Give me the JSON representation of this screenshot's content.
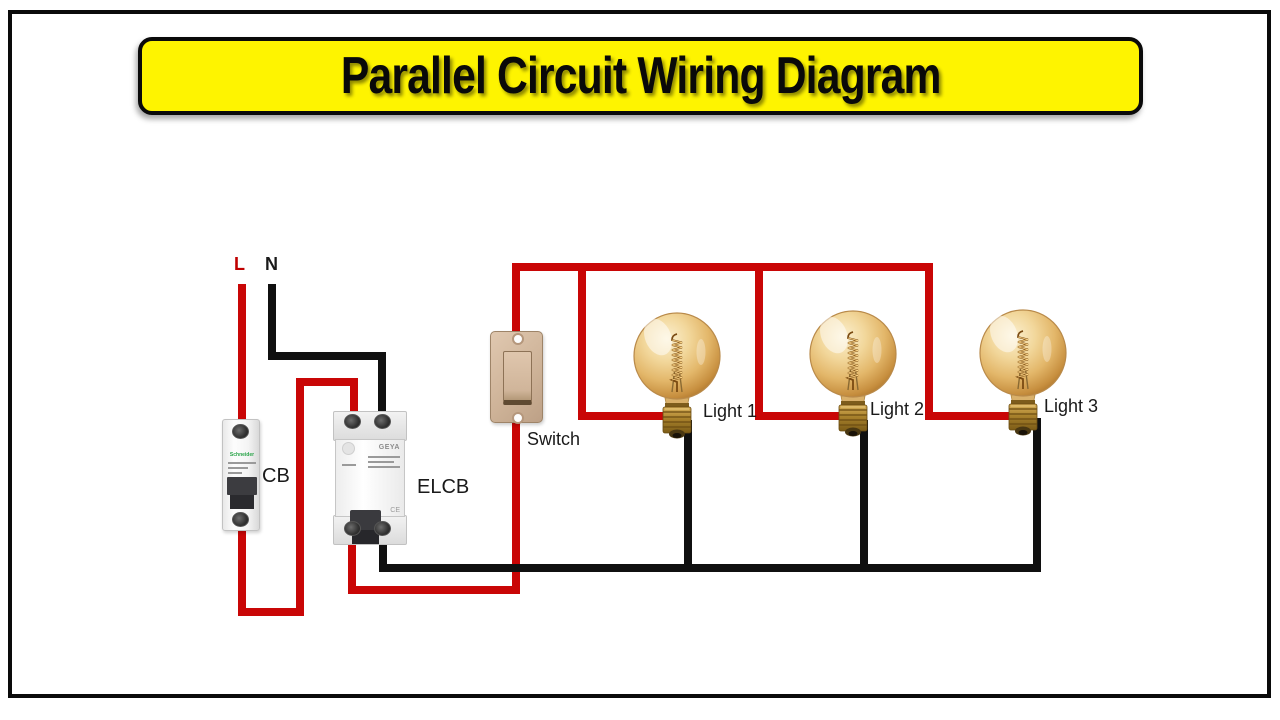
{
  "title": "Parallel Circuit Wiring Diagram",
  "colors": {
    "banner_bg": "#fef400",
    "live_wire": "#c90606",
    "neutral_wire": "#101010",
    "switch_plate": "#cdb297",
    "bulb_glass": "#e3b76a"
  },
  "diagram": {
    "supply": {
      "live_label": "L",
      "neutral_label": "N"
    },
    "components": {
      "cb": {
        "label": "CB",
        "brand": "Schneider"
      },
      "elcb": {
        "label": "ELCB",
        "brand": "GEYA",
        "ce_mark": "CE"
      },
      "switch": {
        "label": "Switch"
      },
      "lights": [
        {
          "label": "Light 1"
        },
        {
          "label": "Light 2"
        },
        {
          "label": "Light 3"
        }
      ]
    }
  }
}
